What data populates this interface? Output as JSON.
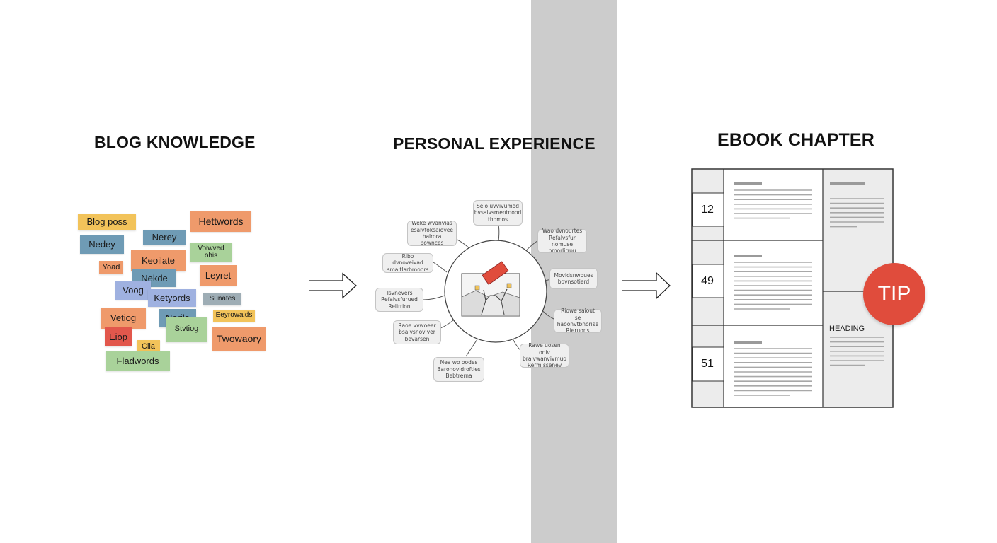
{
  "titles": {
    "blog": "BLOG KNOWLEDGE",
    "personal": "PERSONAL EXPERIENCE",
    "ebook": "EBOOK CHAPTER"
  },
  "sticky_notes": [
    {
      "text": "Blog poss",
      "color": "#f2c35a"
    },
    {
      "text": "Hettwords",
      "color": "#ef9a6b"
    },
    {
      "text": "Nerey",
      "color": "#6f9bb5"
    },
    {
      "text": "Nedey",
      "color": "#6f9bb5"
    },
    {
      "text": "Voiwved\nohis",
      "color": "#a9d29a"
    },
    {
      "text": "Keoilate",
      "color": "#ef9a6b"
    },
    {
      "text": "Yoad",
      "color": "#ef9a6b"
    },
    {
      "text": "Nekde",
      "color": "#6f9bb5"
    },
    {
      "text": "Leyret",
      "color": "#ef9a6b"
    },
    {
      "text": "Voog",
      "color": "#9fb1e0"
    },
    {
      "text": "Ketyords",
      "color": "#9fb1e0"
    },
    {
      "text": "Sunates",
      "color": "#9eadb5"
    },
    {
      "text": "Vetiog",
      "color": "#ef9a6b"
    },
    {
      "text": "Nerila",
      "color": "#6f9bb5"
    },
    {
      "text": "Eeyrowaids",
      "color": "#f2c35a"
    },
    {
      "text": "Stvtiog",
      "color": "#a9d29a"
    },
    {
      "text": "Eiop",
      "color": "#e2574c"
    },
    {
      "text": "Twowaory",
      "color": "#ef9a6b"
    },
    {
      "text": "Clia",
      "color": "#f2c35a"
    },
    {
      "text": "Fladwords",
      "color": "#a9d29a"
    }
  ],
  "mind_map": {
    "bubbles": [
      "Seio uvvivumod\nbvsalvsmentnood\nthomos",
      "Weke wvanvias\nesalvfoksaiovee\nhalrora bownces",
      "Wao dvnourtes\nRefalvsfur nomuse\nbmorlirrou",
      "Ribo dvnoveivad\nsmaltlarbmoors",
      "Movidsnwoues\nbovnsotierd",
      "Tsvnevers\nRefalvsfurued\nRelirrion",
      "Riowe saiout se\nhaoonvtbnorise\nRieruons",
      "Raoe vvwoeer\nbsalvsnoviver\nbevarsen",
      "Nea wo oodes\nBaronovidrofties\nBebtrerna",
      "Rawe uosen oniv\nbralvwanvivmuo\nRerm ssenev"
    ]
  },
  "ebook": {
    "page_numbers": [
      "12",
      "49",
      "51"
    ],
    "tip_label": "TIP",
    "heading_label": "HEADING",
    "colors": {
      "tip": "#e04c3c",
      "page_border": "#333333",
      "side_fill": "#ececec"
    }
  },
  "colors": {
    "band": "#cccccc",
    "line": "#555555"
  }
}
